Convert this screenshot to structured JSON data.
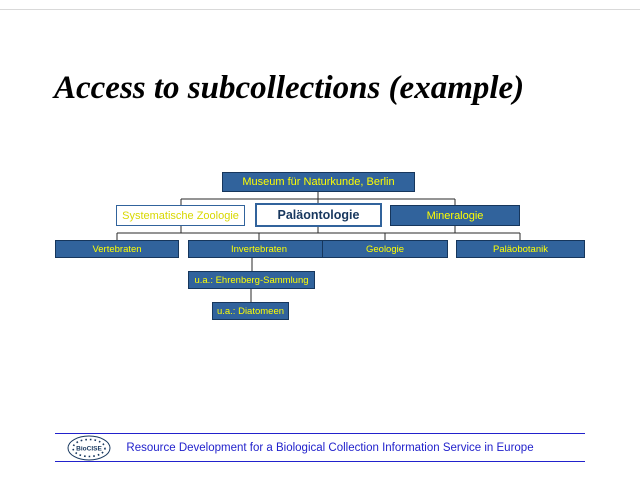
{
  "slide": {
    "title": "Access to subcollections (example)"
  },
  "diagram": {
    "nodes": [
      {
        "id": "museum",
        "label": "Museum für Naturkunde, Berlin"
      },
      {
        "id": "zoologie",
        "label": "Systematische Zoologie"
      },
      {
        "id": "palaeontologie",
        "label": "Paläontologie"
      },
      {
        "id": "mineralogie",
        "label": "Mineralogie"
      },
      {
        "id": "vertebraten",
        "label": "Vertebraten"
      },
      {
        "id": "invertebraten",
        "label": "Invertebraten"
      },
      {
        "id": "geologie",
        "label": "Geologie"
      },
      {
        "id": "palaeobotanik",
        "label": "Paläobotanik"
      },
      {
        "id": "ehrenberg",
        "label": "u.a.: Ehrenberg-Sammlung"
      },
      {
        "id": "diatomeen",
        "label": "u.a.: Diatomeen"
      }
    ]
  },
  "footer": {
    "logo_text": "BioCISE",
    "text": "Resource Development for a Biological Collection Information Service in Europe"
  },
  "colors": {
    "node_fill": "#31639C",
    "node_border": "#16365C",
    "node_text": "#FFFF00",
    "white_box_text": "#D8D800",
    "highlight_text": "#17375E",
    "connector": "#2a2a2a",
    "footer_blue": "#2222CC"
  }
}
